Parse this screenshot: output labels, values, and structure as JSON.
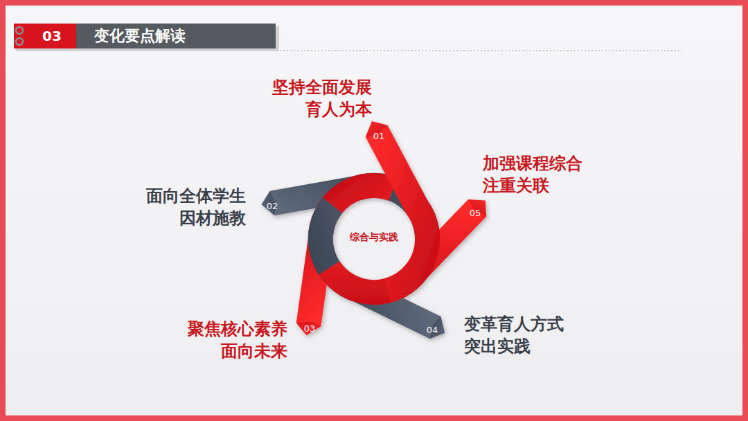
{
  "diagram": {
    "title": "变化要点解读",
    "nodes": [
      {
        "text": [
          "综合与实践"
        ]
      },
      {
        "text": [
          "坚持全面发展 育人为本",
          "01"
        ]
      },
      {
        "text": [
          "面向全体学生 因材施教",
          "02"
        ]
      },
      {
        "text": [
          "聚焦核心素养 面向未来",
          "03"
        ]
      },
      {
        "text": [
          "变革育人方式 突出实践",
          "04"
        ]
      },
      {
        "text": [
          "加强课程综合 注重关联",
          "05"
        ]
      }
    ],
    "labels": [
      "03"
    ]
  }
}
